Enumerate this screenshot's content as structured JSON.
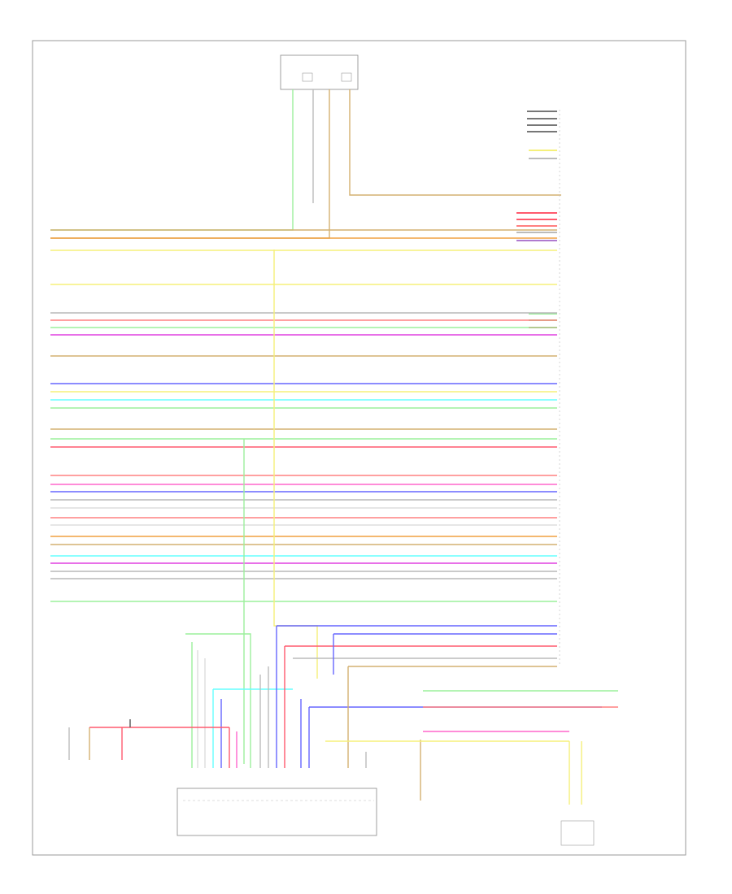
{
  "diagram": {
    "border_color": "#999999",
    "components": {
      "top_sensor": {
        "label": ""
      },
      "audio_unit": {
        "label": ""
      },
      "bottom_unit": {
        "label": ""
      },
      "left_box1": {
        "label": ""
      },
      "left_box2": {
        "label": ""
      },
      "mid_box": {
        "label": ""
      },
      "right_box": {
        "label": ""
      }
    },
    "page_code": "",
    "wire_colors": {
      "orange": "#f0a040",
      "yellow": "#f5f07a",
      "red": "#ff5a6e",
      "pink": "#ff66cc",
      "magenta": "#e040e0",
      "blue": "#6666ff",
      "cyan": "#66ffff",
      "lightgreen": "#9cf09c",
      "green": "#8be08b",
      "tan": "#d4b070",
      "gray": "#b8b8b8",
      "lightgray": "#dddddd",
      "purple": "#b07ad0",
      "salmon": "#ff8080"
    },
    "left_wires": [
      {
        "color": "tan"
      },
      {
        "color": "orange"
      },
      {
        "color": "yellow"
      },
      {
        "color": "yellow"
      },
      {
        "color": "gray"
      },
      {
        "color": "salmon"
      },
      {
        "color": "lightgreen"
      },
      {
        "color": "magenta"
      },
      {
        "color": "tan"
      },
      {
        "color": "blue"
      },
      {
        "color": "yellow"
      },
      {
        "color": "cyan"
      },
      {
        "color": "lightgreen"
      },
      {
        "color": "tan"
      },
      {
        "color": "lightgreen"
      },
      {
        "color": "red"
      },
      {
        "color": "salmon"
      },
      {
        "color": "pink"
      },
      {
        "color": "blue"
      },
      {
        "color": "gray"
      },
      {
        "color": "lightgray"
      },
      {
        "color": "salmon"
      },
      {
        "color": "lightgray"
      },
      {
        "color": "orange"
      },
      {
        "color": "tan"
      },
      {
        "color": "cyan"
      },
      {
        "color": "magenta"
      },
      {
        "color": "gray"
      },
      {
        "color": "gray"
      },
      {
        "color": "lightgreen"
      }
    ]
  }
}
